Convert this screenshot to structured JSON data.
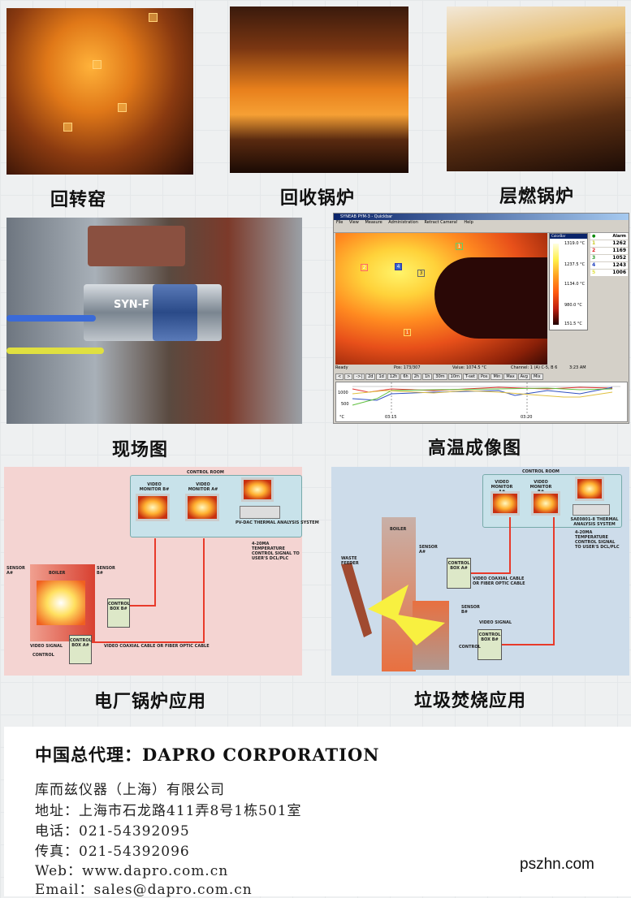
{
  "captions": {
    "rotary_kiln": "回转窑",
    "recovery_boiler": "回收锅炉",
    "stoker_boiler": "层燃锅炉",
    "field_photo": "现场图",
    "thermal_image": "高温成像图",
    "power_plant": "电厂锅炉应用",
    "waste_incineration": "垃圾焚烧应用"
  },
  "field_photo": {
    "sensor_label": "SYN-F"
  },
  "software": {
    "title": "SYNEAB PYM-3 - Quickbar",
    "menu": [
      "File",
      "View",
      "Measure",
      "Administration",
      "Retract Camera!",
      "Help"
    ],
    "spots": [
      "1",
      "2",
      "3",
      "4",
      "1"
    ],
    "colorbar": {
      "title": "ColorBar",
      "ticks": [
        "1319.0 °C",
        "1237.5 °C",
        "1134.0 °C",
        "980.0 °C",
        "151.5 °C"
      ]
    },
    "alarm": {
      "title": "Alarm",
      "rows": [
        {
          "id": "1",
          "val": "1262",
          "color": "#c8c820"
        },
        {
          "id": "2",
          "val": "1169",
          "color": "#e02020"
        },
        {
          "id": "3",
          "val": "1052",
          "color": "#30a030"
        },
        {
          "id": "4",
          "val": "1243",
          "color": "#2040c0"
        },
        {
          "id": "5",
          "val": "1006",
          "color": "#e0e040"
        }
      ]
    },
    "status": {
      "ready": "Ready",
      "pos": "Pos: 173/307",
      "value": "Value: 1074.5 °C",
      "channel": "Channel: 1 (A) C-5, B 6",
      "time": "3:23 AM"
    },
    "trend_buttons": [
      "<",
      ">",
      "->|",
      "2d",
      "1d",
      "12h",
      "6h",
      "2h",
      "1h",
      "30m",
      "10m",
      "T-set",
      "Pos",
      "Min",
      "Max",
      "Avg",
      "Mix"
    ],
    "trend": {
      "yticks": [
        "1000",
        "500"
      ],
      "unit": "°C",
      "xticks": [
        "03:15",
        "03:20"
      ]
    }
  },
  "diagram_power": {
    "control_room": "CONTROL ROOM",
    "monitor_b": "VIDEO MONITOR B#",
    "monitor_a": "VIDEO MONITOR A#",
    "system": "PV-DAC THERMAL ANALYSIS SYSTEM",
    "signal": "4-20MA TEMPERATURE CONTROL SIGNAL TO USER'S DCL/PLC",
    "sensor_a": "SENSOR A#",
    "sensor_b": "SENSOR B#",
    "boiler": "BOILER",
    "box_b": "CONTROL BOX B#",
    "box_a": "CONTROL BOX A#",
    "video_signal": "VIDEO SIGNAL",
    "control": "CONTROL",
    "cable": "VIDEO COAXIAL CABLE OR FIBER OPTIC CABLE"
  },
  "diagram_waste": {
    "control_room": "CONTROL ROOM",
    "monitor_a": "VIDEO MONITOR A#",
    "monitor_b": "VIDEO MONITOR B#",
    "system": "SAE0801-8 THERMAL ANALYSIS SYSTEM",
    "signal": "4-20MA TEMPERATURE CONTROL SIGNAL TO USER'S DCL/PLC",
    "boiler": "BOILER",
    "sensor_a": "SENSOR A#",
    "sensor_b": "SENSOR B#",
    "feeder": "WASTE FEEDER",
    "box_a": "CONTROL BOX A#",
    "box_b": "CONTROL BOX B#",
    "cable": "VIDEO COAXIAL CABLE OR FIBER OPTIC CABLE",
    "video_signal": "VIDEO SIGNAL",
    "control": "CONTROL"
  },
  "contact": {
    "agent": "中国总代理：DAPRO CORPORATION",
    "company": "库而兹仪器（上海）有限公司",
    "address": "地址：上海市石龙路411弄8号1栋501室",
    "phone": "电话：021-54392095",
    "fax": "传真：021-54392096",
    "web": "Web：www.dapro.com.cn",
    "email": "Email：sales@dapro.com.cn"
  },
  "watermark": "pszhn.com"
}
